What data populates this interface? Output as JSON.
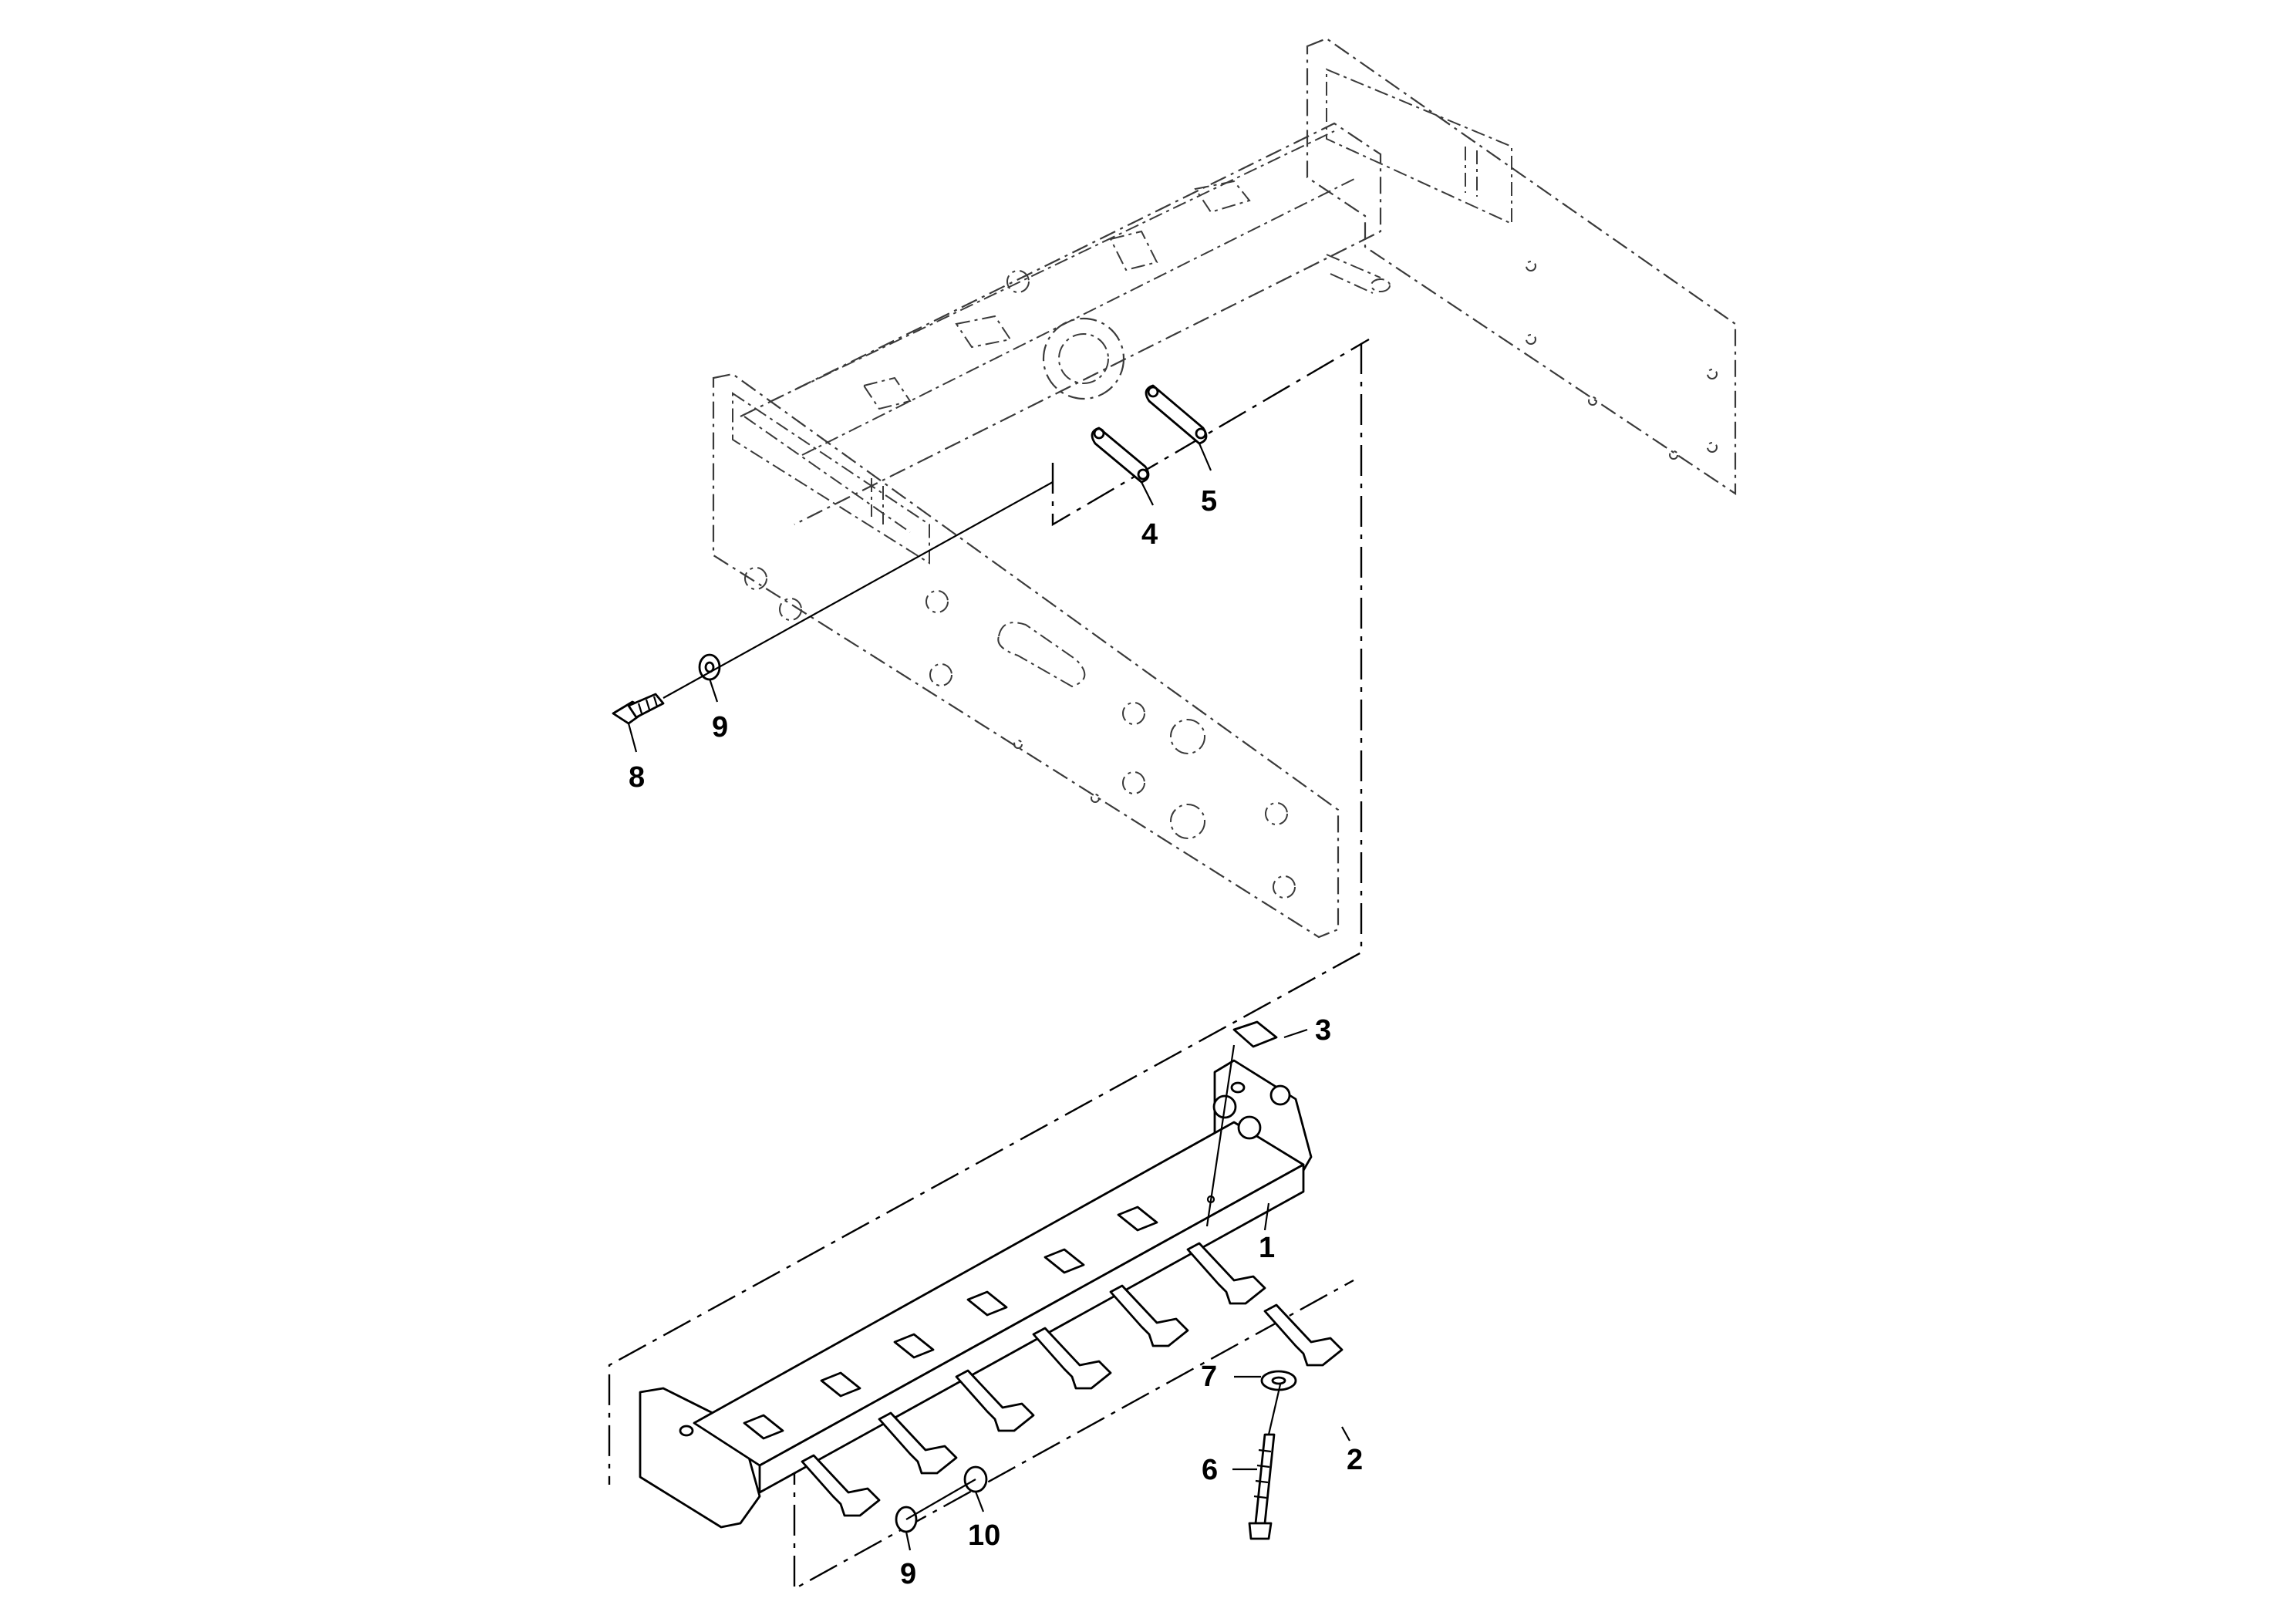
{
  "callouts": [
    {
      "id": "c1",
      "label": "1"
    },
    {
      "id": "c2",
      "label": "2"
    },
    {
      "id": "c3",
      "label": "3"
    },
    {
      "id": "c4",
      "label": "4"
    },
    {
      "id": "c5",
      "label": "5"
    },
    {
      "id": "c6",
      "label": "6"
    },
    {
      "id": "c7",
      "label": "7"
    },
    {
      "id": "c8",
      "label": "8"
    },
    {
      "id": "c9a",
      "label": "9"
    },
    {
      "id": "c9b",
      "label": "9"
    },
    {
      "id": "c10",
      "label": "10"
    }
  ]
}
